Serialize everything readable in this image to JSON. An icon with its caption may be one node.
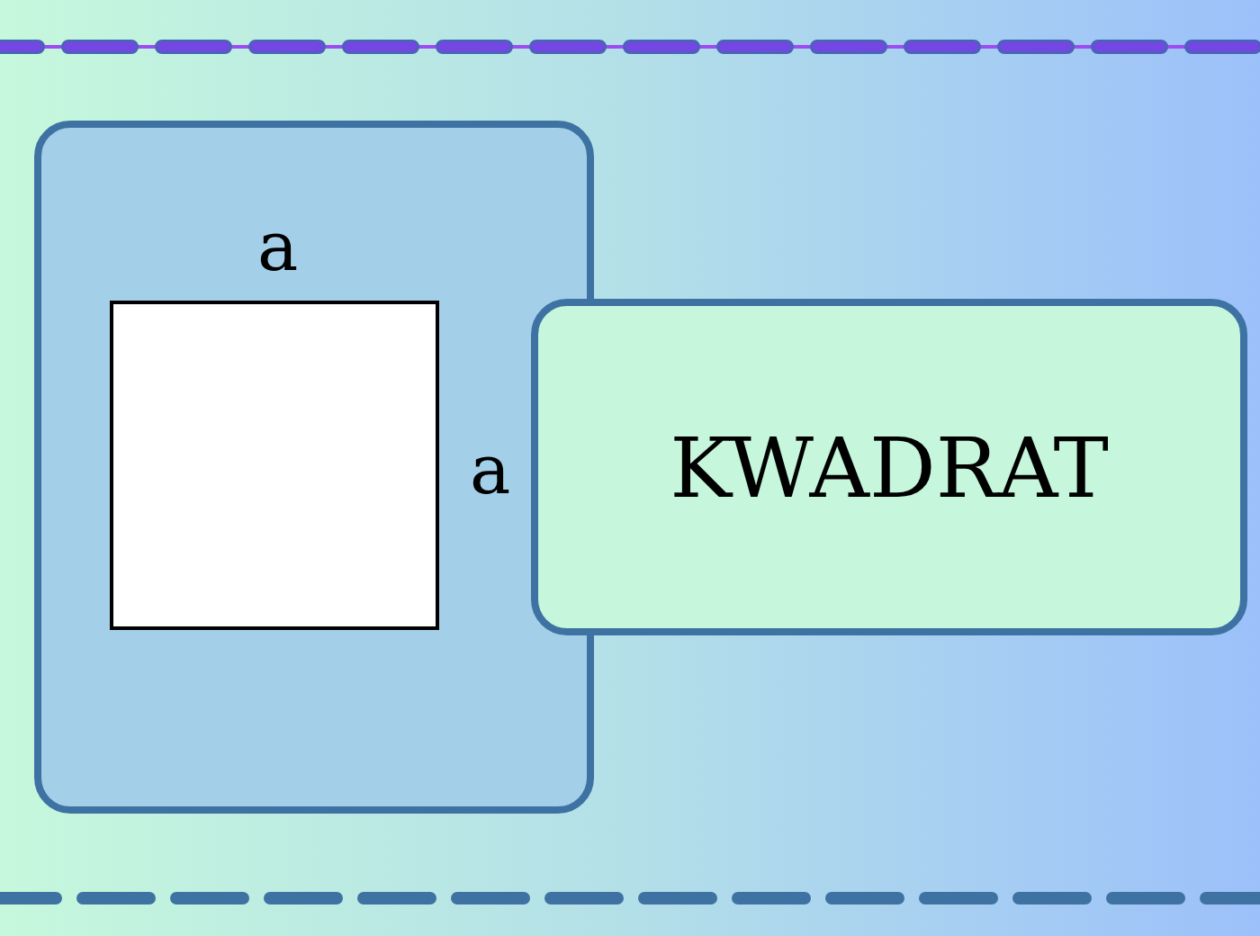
{
  "diagram": {
    "nodes": [
      {
        "text": [],
        "shape": "box"
      },
      {
        "text": [],
        "shape": "box",
        "in": 0,
        "beside": [
          "a",
          "a"
        ]
      },
      {
        "text": [
          "KWADRAT"
        ]
      }
    ]
  }
}
